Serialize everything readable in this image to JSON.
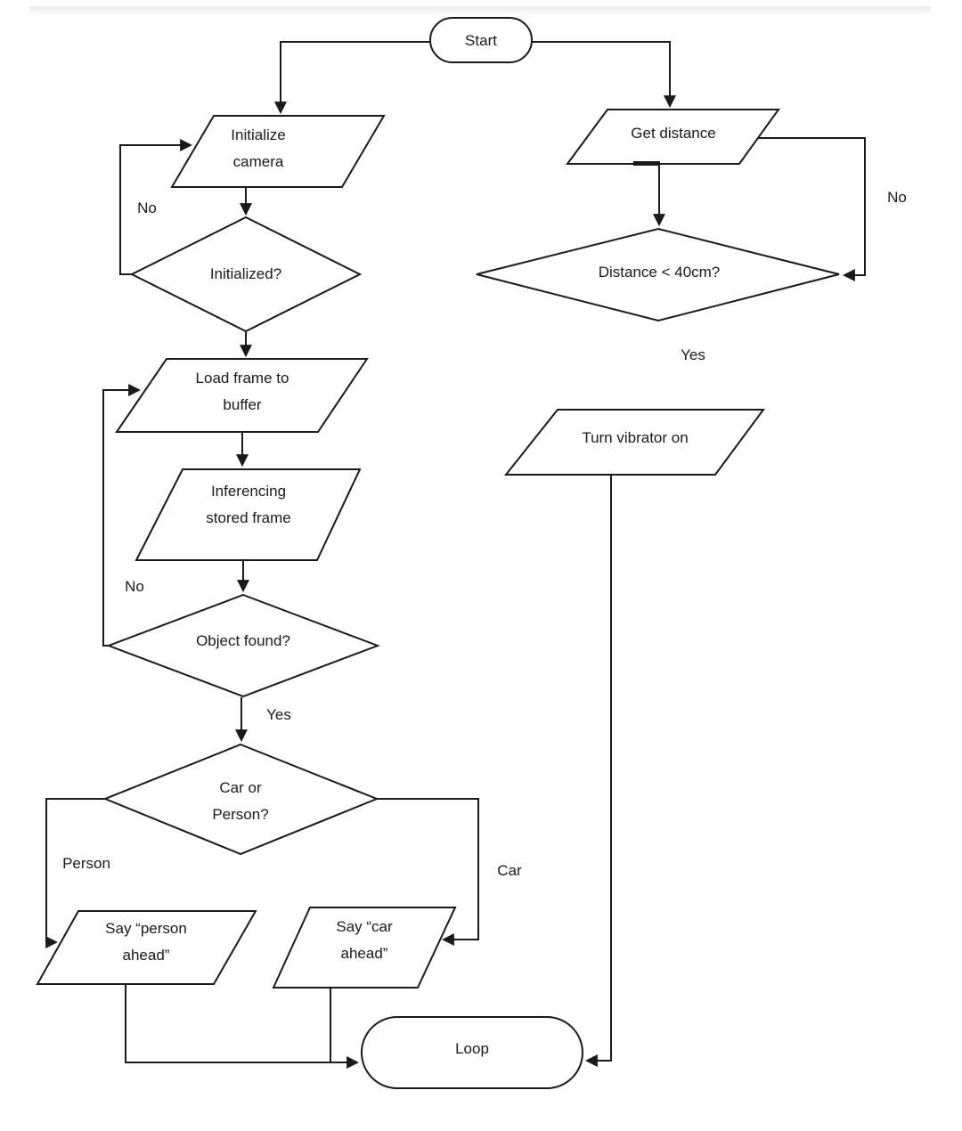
{
  "diagram": {
    "type": "flowchart",
    "nodes": {
      "start": {
        "type": "terminator",
        "label": "Start"
      },
      "init_camera": {
        "type": "io",
        "lines": [
          "Initialize",
          "camera"
        ]
      },
      "initialized_q": {
        "type": "decision",
        "label": "Initialized?"
      },
      "load_frame": {
        "type": "io",
        "lines": [
          "Load frame to",
          "buffer"
        ]
      },
      "inferencing": {
        "type": "io",
        "lines": [
          "Inferencing",
          "stored frame"
        ]
      },
      "object_found_q": {
        "type": "decision",
        "label": "Object found?"
      },
      "car_person_q": {
        "type": "decision",
        "lines": [
          "Car or",
          "Person?"
        ]
      },
      "say_person": {
        "type": "io",
        "lines": [
          "Say “person",
          "ahead”"
        ]
      },
      "say_car": {
        "type": "io",
        "lines": [
          "Say “car",
          "ahead”"
        ]
      },
      "loop": {
        "type": "terminator",
        "label": "Loop"
      },
      "get_distance": {
        "type": "io",
        "label": "Get distance"
      },
      "distance_q": {
        "type": "decision",
        "label": "Distance < 40cm?"
      },
      "turn_vibrator": {
        "type": "io",
        "label": "Turn vibrator on"
      }
    },
    "edges": [
      {
        "from": "start",
        "to": "init_camera"
      },
      {
        "from": "start",
        "to": "get_distance"
      },
      {
        "from": "init_camera",
        "to": "initialized_q"
      },
      {
        "from": "initialized_q",
        "to": "init_camera",
        "label": "No"
      },
      {
        "from": "initialized_q",
        "to": "load_frame"
      },
      {
        "from": "load_frame",
        "to": "inferencing"
      },
      {
        "from": "inferencing",
        "to": "object_found_q"
      },
      {
        "from": "object_found_q",
        "to": "load_frame",
        "label": "No"
      },
      {
        "from": "object_found_q",
        "to": "car_person_q",
        "label": "Yes"
      },
      {
        "from": "car_person_q",
        "to": "say_person",
        "label": "Person"
      },
      {
        "from": "car_person_q",
        "to": "say_car",
        "label": "Car"
      },
      {
        "from": "say_person",
        "to": "loop"
      },
      {
        "from": "say_car",
        "to": "loop"
      },
      {
        "from": "get_distance",
        "to": "distance_q"
      },
      {
        "from": "get_distance",
        "to": "distance_q",
        "label": "No"
      },
      {
        "from": "distance_q",
        "to": "turn_vibrator",
        "label": "Yes"
      },
      {
        "from": "turn_vibrator",
        "to": "loop"
      }
    ],
    "edge_labels": {
      "no_initialized": "No",
      "no_object": "No",
      "yes_object": "Yes",
      "person": "Person",
      "car": "Car",
      "yes_distance": "Yes",
      "no_distance": "No"
    }
  },
  "colors": {
    "stroke": "#1a1a1a",
    "node_fill": "#ffffff",
    "text": "#1a1a1a",
    "top_strip": "#e9e9e9"
  }
}
